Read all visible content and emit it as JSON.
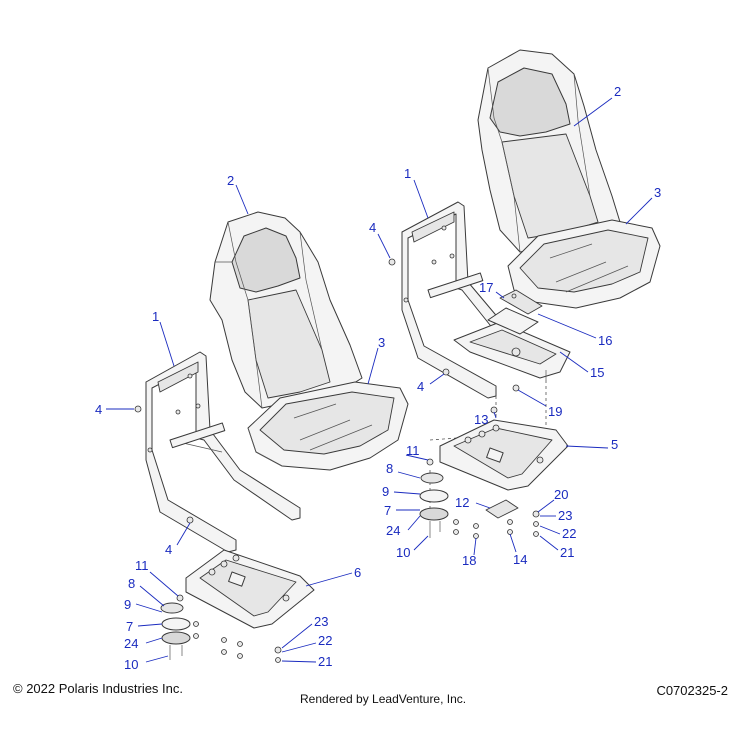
{
  "footer": {
    "copyright": "© 2022 Polaris Industries Inc.",
    "rendered_by": "Rendered by LeadVenture, Inc.",
    "diagram_code": "C0702325-2"
  },
  "callouts": {
    "left_seat": {
      "frame": "1",
      "seat_back": "2",
      "seat_cushion": "3",
      "frame_pin_upper": "4",
      "frame_pin_lower": "4",
      "base": "6",
      "part_11": "11",
      "part_8": "8",
      "part_9": "9",
      "part_7": "7",
      "part_24": "24",
      "part_10": "10",
      "part_23": "23",
      "part_22": "22",
      "part_21": "21"
    },
    "right_seat": {
      "frame": "1",
      "seat_back": "2",
      "seat_cushion": "3",
      "frame_pin_upper": "4",
      "frame_pin_lower": "4",
      "base": "5",
      "part_11": "11",
      "part_8": "8",
      "part_9": "9",
      "part_7": "7",
      "part_24": "24",
      "part_10": "10",
      "part_12": "12",
      "part_13": "13",
      "part_14": "14",
      "part_15": "15",
      "part_16": "16",
      "part_17": "17",
      "part_18": "18",
      "part_19": "19",
      "part_20": "20",
      "part_23": "23",
      "part_22": "22",
      "part_21": "21"
    }
  }
}
